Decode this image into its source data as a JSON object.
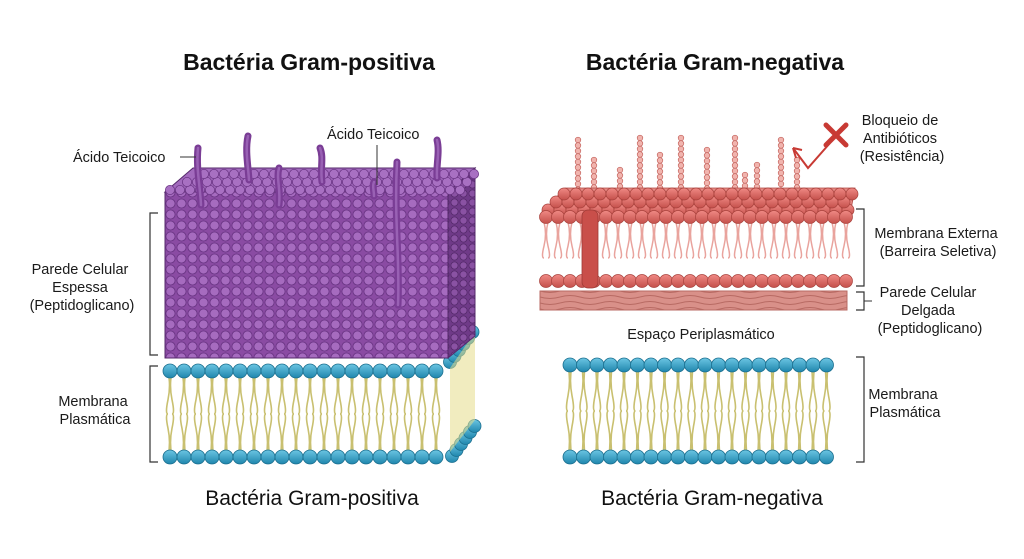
{
  "left_panel": {
    "title": "Bactéria Gram-positiva",
    "caption": "Bactéria Gram-positiva",
    "labels": {
      "teichoic_left": "Ácido Teicoico",
      "teichoic_top": "Ácido Teicoico",
      "cell_wall": [
        "Parede Celular",
        "Espessa",
        "(Peptidoglicano)"
      ],
      "plasma_membrane": [
        "Membrana",
        "Plasmática"
      ]
    }
  },
  "right_panel": {
    "title": "Bactéria Gram-negativa",
    "caption": "Bactéria Gram-negativa",
    "labels": {
      "antibiotic_block": [
        "Bloqueio de",
        "Antibióticos",
        "(Resistência)"
      ],
      "outer_membrane": [
        "Membrana Externa",
        "(Barreira Seletiva)"
      ],
      "thin_wall": [
        "Parede Celular",
        "Delgada",
        "(Peptidoglicano)"
      ],
      "periplasmic": "Espaço Periplasmático",
      "plasma_membrane": [
        "Membrana",
        "Plasmática"
      ]
    }
  },
  "colors": {
    "peptidoglycan": "#8e4fa8",
    "peptidoglycan_dark": "#6b3585",
    "teichoic": "#7a3d95",
    "head_blue": "#2e9fc7",
    "tail_yellow": "#e8e08f",
    "outer_red": "#d9625f",
    "outer_tail": "#f2b3ad",
    "thin_wall": "#d68a84",
    "block_red": "#c83a34"
  }
}
